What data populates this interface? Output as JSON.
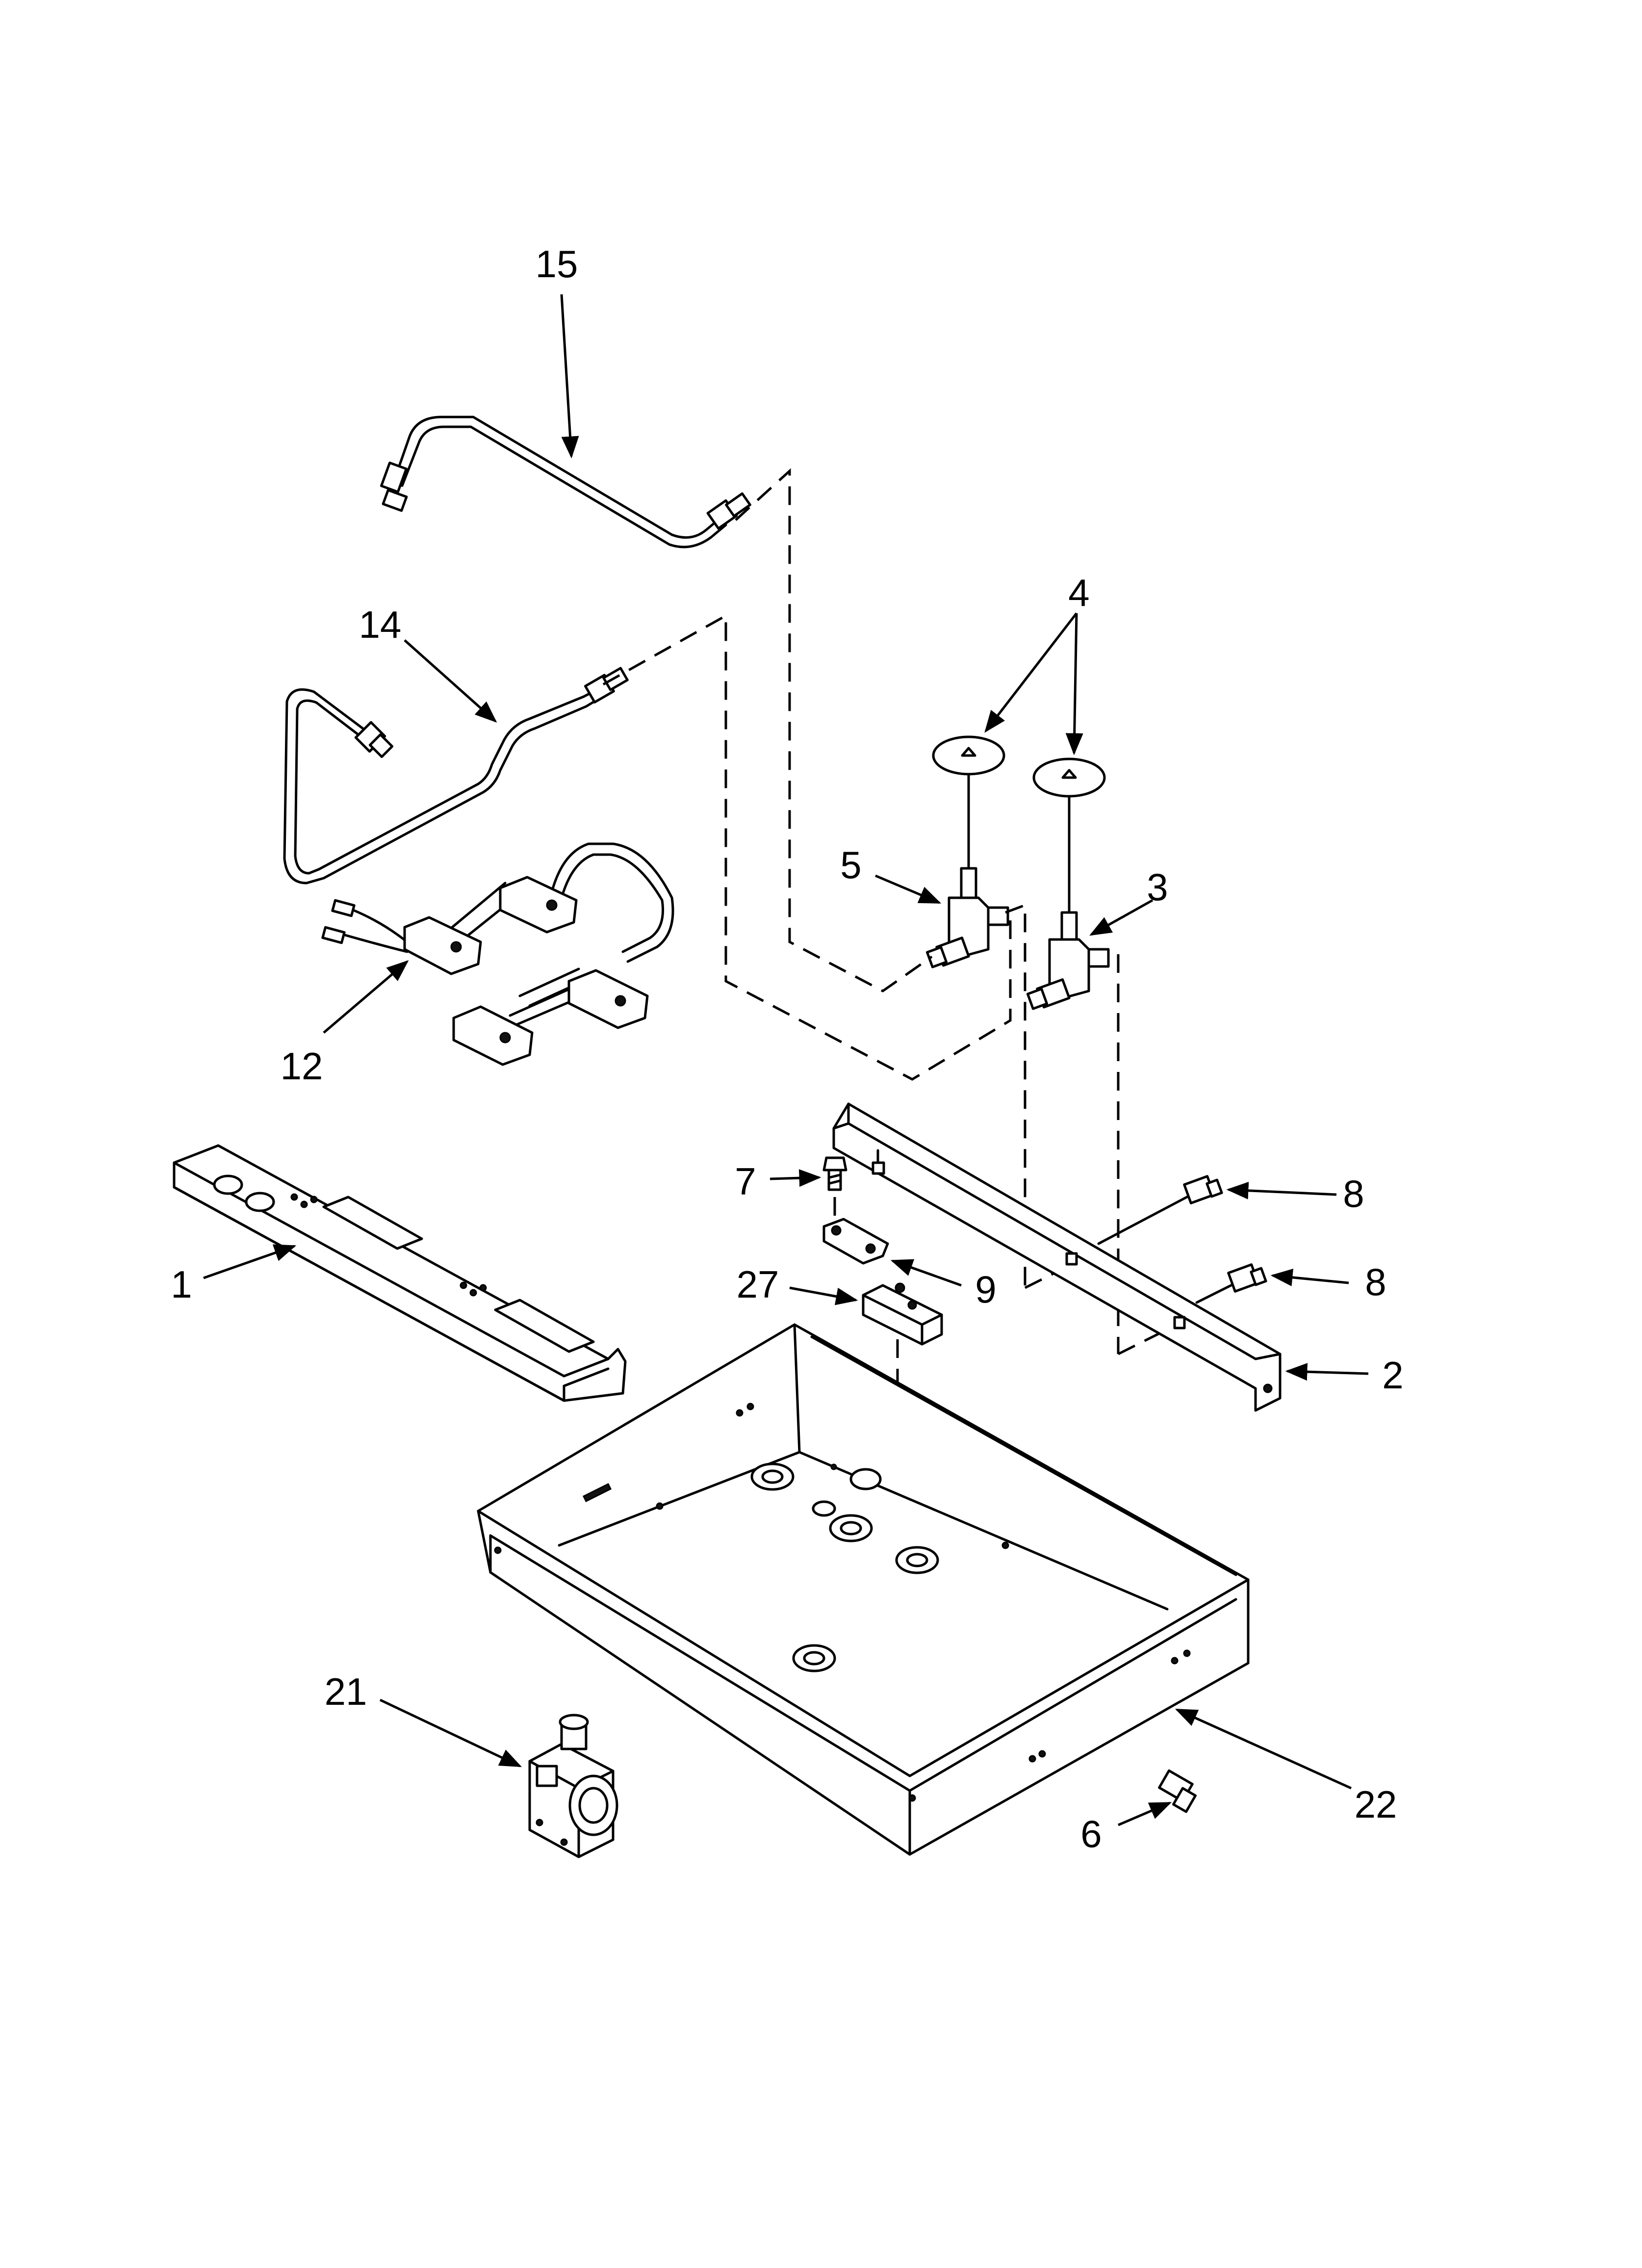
{
  "callouts": [
    {
      "id": "15",
      "text": "15"
    },
    {
      "id": "14",
      "text": "14"
    },
    {
      "id": "4",
      "text": "4"
    },
    {
      "id": "5",
      "text": "5"
    },
    {
      "id": "3",
      "text": "3"
    },
    {
      "id": "12",
      "text": "12"
    },
    {
      "id": "7",
      "text": "7"
    },
    {
      "id": "8a",
      "text": "8"
    },
    {
      "id": "8b",
      "text": "8"
    },
    {
      "id": "9",
      "text": "9"
    },
    {
      "id": "27",
      "text": "27"
    },
    {
      "id": "1",
      "text": "1"
    },
    {
      "id": "2",
      "text": "2"
    },
    {
      "id": "21",
      "text": "21"
    },
    {
      "id": "22",
      "text": "22"
    },
    {
      "id": "6",
      "text": "6"
    }
  ]
}
